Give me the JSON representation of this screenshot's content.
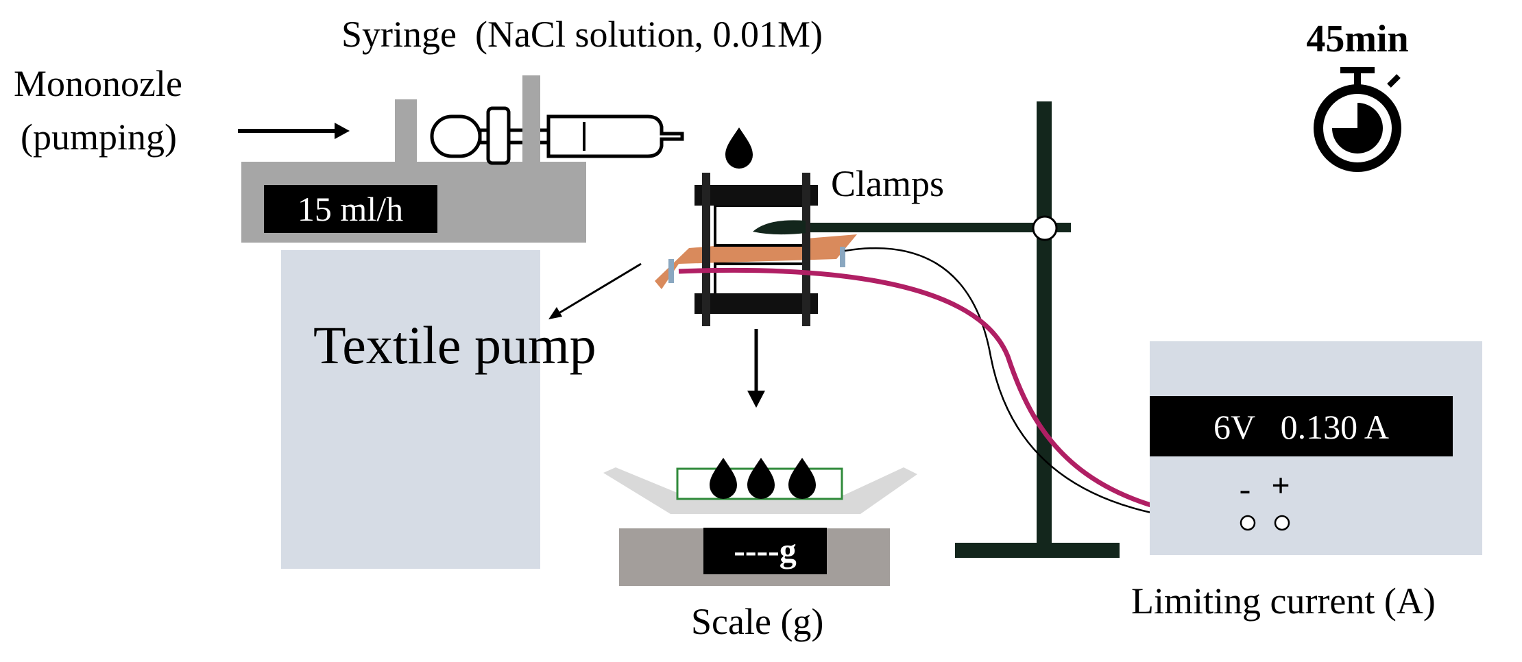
{
  "labels": {
    "syringe": "Syringe  (NaCl solution, 0.01M)",
    "mononozle_line1": "Mononozle",
    "mononozle_line2": "(pumping)",
    "pump_display": "15 ml/h",
    "textile_pump": "Textile pump",
    "clamps": "Clamps",
    "scale_display": "----g",
    "scale": "Scale (g)",
    "power_display": "6V   0.130 A",
    "terminal_minus": "-",
    "terminal_plus": "+",
    "limiting_current": "Limiting current (A)",
    "timer": "45min"
  },
  "icons": {
    "timer": "stopwatch-icon",
    "drop": "drop-icon",
    "arrow": "arrow-icon"
  },
  "colors": {
    "pump_body": "#a6a6a6",
    "pump_stand": "#d6dce5",
    "display_bg": "#000000",
    "display_text": "#ffffff",
    "stand": "#13261c",
    "electrode": "#d98a5c",
    "wire_red": "#b01f64",
    "membrane_frame": "#2f8a3a",
    "scale_tray": "#d9d9d9",
    "scale_base": "#a39e9b",
    "clip": "#8aa7c0"
  }
}
